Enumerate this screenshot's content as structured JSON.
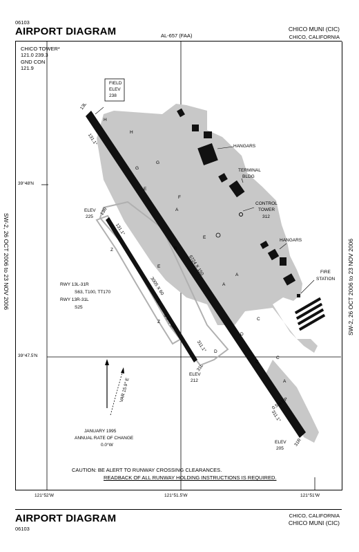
{
  "header": {
    "doc_id": "06103",
    "title": "AIRPORT DIAGRAM",
    "procedure_id": "AL-657 (FAA)",
    "airport_name": "CHICO MUNI (CIC)",
    "location": "CHICO, CALIFORNIA"
  },
  "footer": {
    "doc_id": "06103",
    "title": "AIRPORT DIAGRAM",
    "location": "CHICO, CALIFORNIA",
    "airport_name": "CHICO MUNI (CIC)"
  },
  "side_margin": {
    "left": "SW-2, 26 OCT 2006 to 23 NOV 2006",
    "right": "SW-2, 26 OCT 2006 to 23 NOV 2006"
  },
  "frequencies": {
    "tower_label": "CHICO TOWER*",
    "tower_freq": "121.0  239.3",
    "gnd_label": "GND CON",
    "gnd_freq": "121.9"
  },
  "coordinates": {
    "lat_upper": "39°48'N",
    "lat_lower": "39°47.5'N",
    "lon_left": "121°52'W",
    "lon_mid": "121°51.5'W",
    "lon_right": "121°51'W"
  },
  "field_elev": {
    "label_line1": "FIELD",
    "label_line2": "ELEV",
    "value": "238"
  },
  "runways": {
    "main": {
      "end_nw": "13L",
      "end_se": "31R",
      "heading_nw": "131.1°",
      "heading_se": "311.1°",
      "dimensions": "6724 X 150",
      "slope": "0.5% UP",
      "elev_se_label": "ELEV",
      "elev_se": "205"
    },
    "secondary": {
      "end_nw": "13R",
      "end_se": "31L",
      "heading_nw": "131.1°",
      "heading_se": "311.1°",
      "dimensions": "3005 X 60",
      "slope": "0.6% UP",
      "elev_nw_label": "ELEV",
      "elev_nw": "225",
      "elev_se_label": "ELEV",
      "elev_se": "212"
    }
  },
  "runway_info": {
    "line1": "RWY 13L-31R",
    "line2": "S63, T100, TT170",
    "line3": "RWY 13R-31L",
    "line4": "S25"
  },
  "taxiways": [
    "H",
    "H",
    "G",
    "G",
    "F",
    "E",
    "E",
    "E",
    "B",
    "A",
    "A",
    "A",
    "C",
    "C",
    "D",
    "D",
    "C",
    "Z",
    "Z",
    "Z",
    "A"
  ],
  "buildings": {
    "hangars_upper": "HANGARS",
    "terminal_line1": "TERMINAL",
    "terminal_line2": "BLDG",
    "tower_line1": "CONTROL",
    "tower_line2": "TOWER",
    "tower_elev": "312",
    "hangars_lower": "HANGARS",
    "fire_line1": "FIRE",
    "fire_line2": "STATION"
  },
  "variation": {
    "line1": "JANUARY 1995",
    "line2": "ANNUAL RATE OF CHANGE",
    "line3": "0.0°W",
    "magvar": "VAR 15.9° E"
  },
  "caution": {
    "line1": "CAUTION: BE ALERT TO RUNWAY CROSSING CLEARANCES.",
    "line2": "READBACK OF ALL RUNWAY HOLDING INSTRUCTIONS IS REQUIRED."
  },
  "colors": {
    "apron": "#c8c8c8",
    "runway": "#111111",
    "building": "#111111"
  }
}
